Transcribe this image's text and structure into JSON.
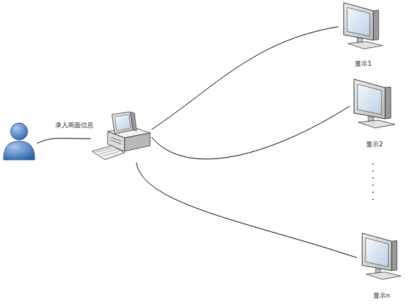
{
  "diagram": {
    "nodes": [
      {
        "text": []
      },
      {
        "text": []
      },
      {
        "text": [
          "显示1"
        ]
      },
      {
        "text": [
          "显示2"
        ]
      },
      {
        "text": [
          "显示n"
        ]
      }
    ],
    "edges": [
      {
        "from": 0,
        "to": 1,
        "arrow": "none",
        "label": "录入画面信息"
      },
      {
        "from": 1,
        "to": 2,
        "arrow": "none"
      },
      {
        "from": 1,
        "to": 3,
        "arrow": "none"
      },
      {
        "from": 1,
        "to": 4,
        "arrow": "none"
      }
    ]
  }
}
